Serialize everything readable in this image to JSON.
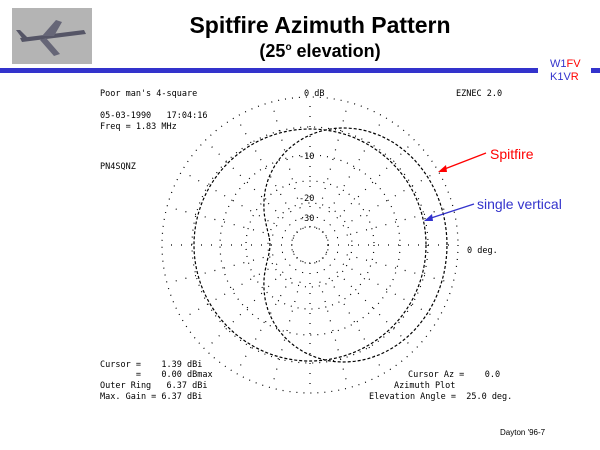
{
  "title": "Spitfire Azimuth Pattern",
  "subtitle": {
    "text": "(25",
    "sup": "o",
    "rest": " elevation)"
  },
  "callsigns": [
    {
      "blue": "W1",
      "red": "FV"
    },
    {
      "blue": "K1V",
      "red": "R"
    }
  ],
  "plot": {
    "header_left": "Poor man's 4-square",
    "header_center": "0 dB",
    "header_right": "EZNEC 2.0",
    "datetime": "05-03-1990   17:04:16",
    "freq": "Freq = 1.83 MHz",
    "id": "PN4SQNZ",
    "ring_labels": [
      "-10",
      "-20",
      "-30"
    ],
    "direction_label": "0 deg.",
    "cursor": "Cursor =    1.39 dBi",
    "cursor_max": "       =    0.00 dBmax",
    "outer_ring": "Outer Ring   6.37 dBi",
    "max_gain": "Max. Gain = 6.37 dBi",
    "cursor_az": "Cursor Az =    0.0",
    "plot_type": "Azimuth Plot",
    "elevation": "Elevation Angle =  25.0 deg."
  },
  "annotations": {
    "spitfire": "Spitfire",
    "single": "single vertical",
    "spitfire_color": "#ff0000",
    "single_color": "#3333cc"
  },
  "footer": "Dayton '96-7"
}
